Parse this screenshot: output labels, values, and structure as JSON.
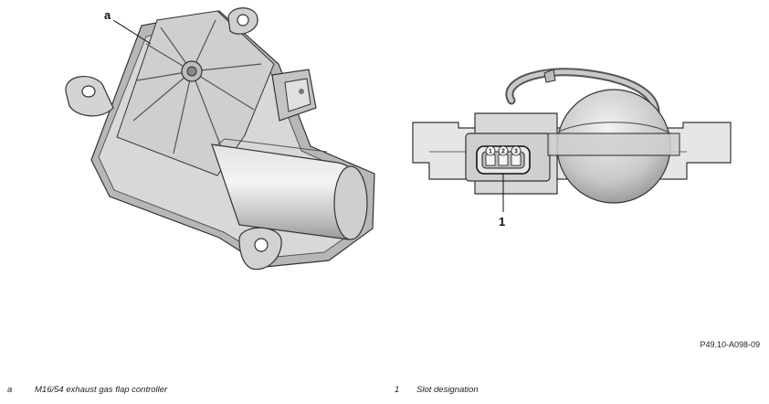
{
  "callouts": {
    "a": "a",
    "one": "1"
  },
  "connector_pins": [
    "1",
    "2",
    "3"
  ],
  "figure_code": "P49.10-A098-09",
  "legend": [
    {
      "key": "a",
      "text": "M16/54 exhaust gas flap controller"
    },
    {
      "key": "1",
      "text": "Slot designation"
    }
  ]
}
